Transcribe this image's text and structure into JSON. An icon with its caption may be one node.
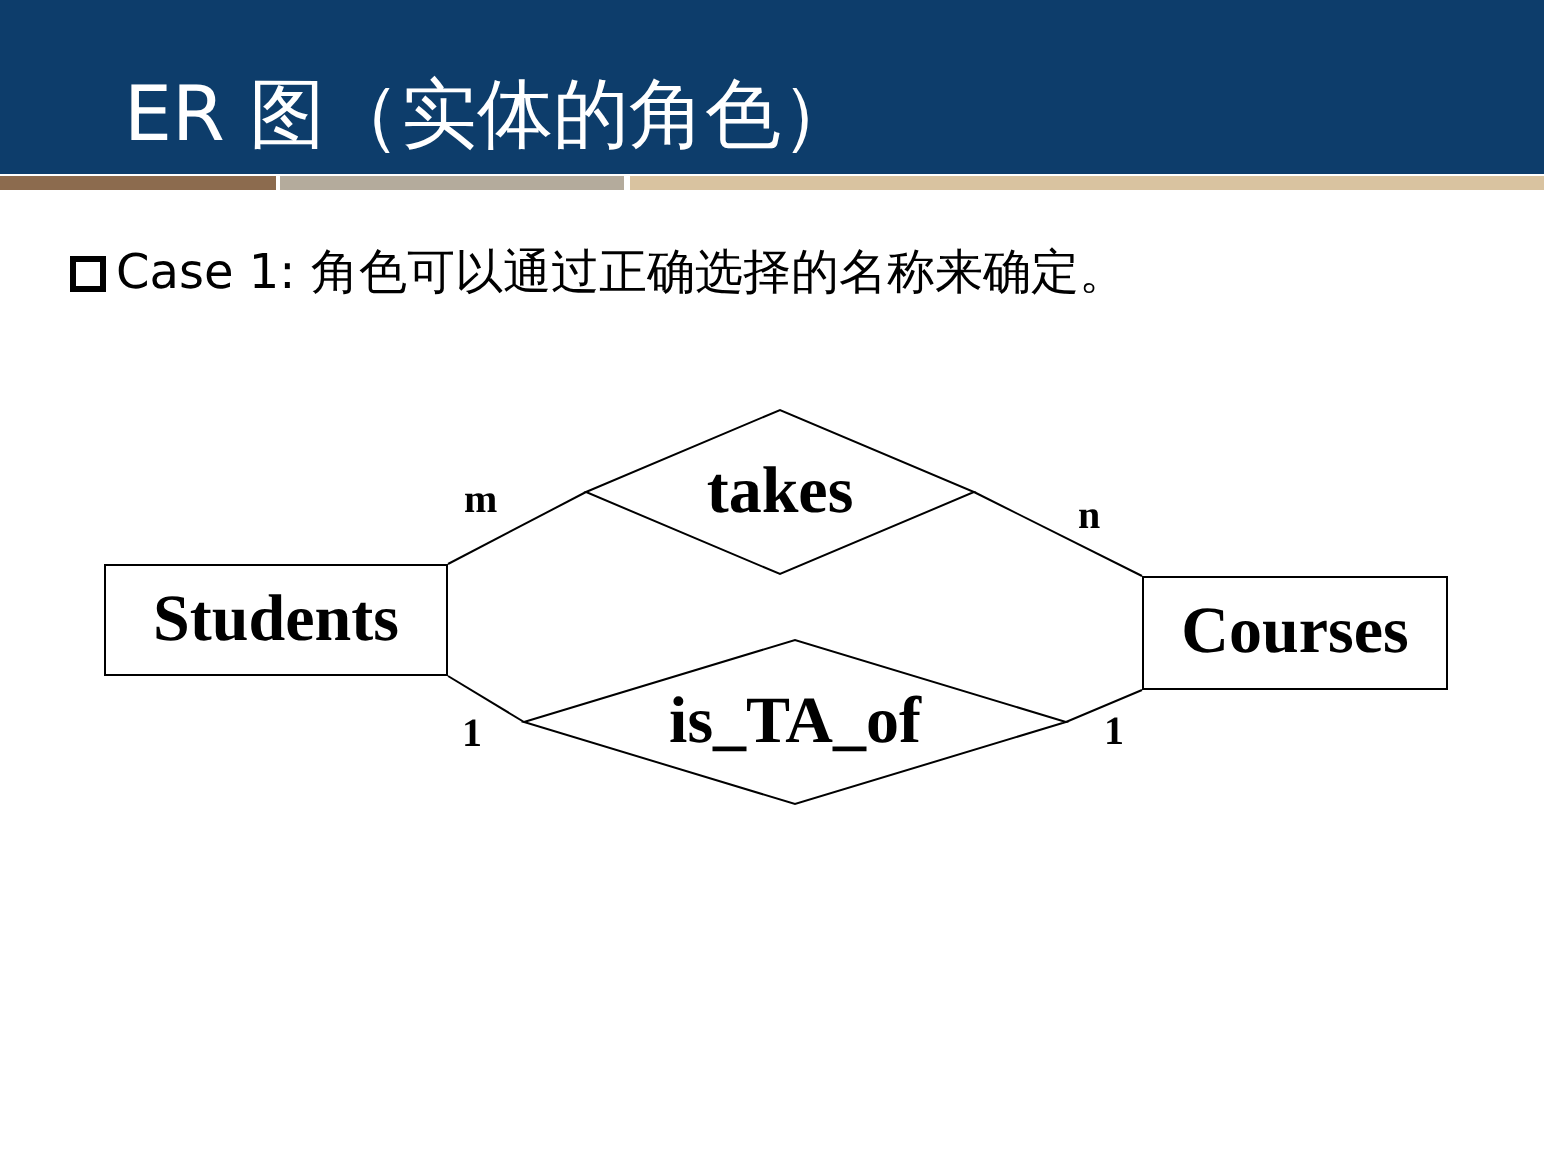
{
  "diagram": {
    "title": "ER 图（实体的角色）",
    "nodes": [
      {
        "text": [
          "Students"
        ]
      },
      {
        "text": [
          "takes"
        ]
      },
      {
        "text": [
          "Courses"
        ]
      },
      {
        "text": [
          "is_TA_of"
        ]
      }
    ],
    "edges": [
      {
        "from": 0,
        "to": 1,
        "arrow": "none",
        "label": "m"
      },
      {
        "from": 1,
        "to": 2,
        "arrow": "none",
        "label": "n"
      },
      {
        "from": 0,
        "to": 3,
        "arrow": "none",
        "label": "1"
      },
      {
        "from": 3,
        "to": 2,
        "arrow": "none",
        "label": "1"
      }
    ],
    "labels": [
      "Case 1: 角色可以通过正确选择的名称来确定。"
    ]
  }
}
